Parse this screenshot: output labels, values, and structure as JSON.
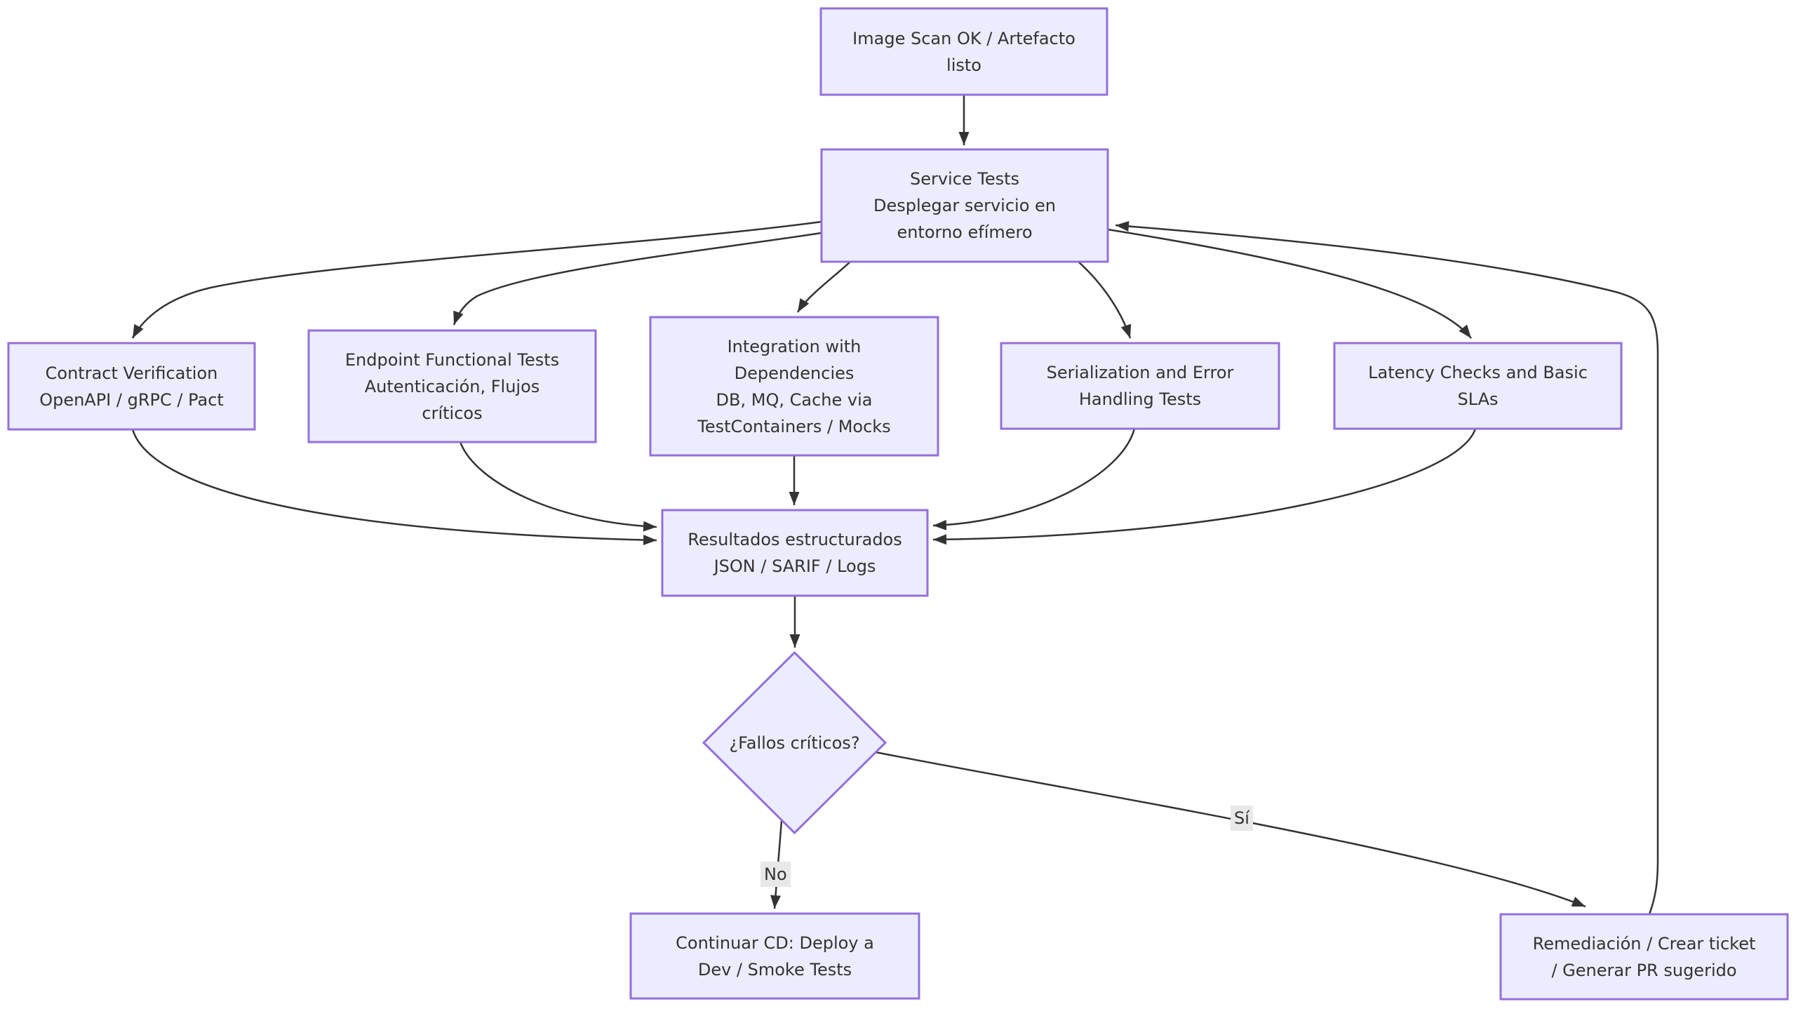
{
  "diagram": {
    "type": "flowchart",
    "direction": "top-down",
    "nodes": [
      {
        "id": "image_scan_ok",
        "shape": "rect",
        "lines": [
          "Image Scan OK / Artefacto",
          "listo"
        ]
      },
      {
        "id": "service_tests",
        "shape": "rect",
        "lines": [
          "Service Tests",
          "Desplegar servicio en",
          "entorno efímero"
        ]
      },
      {
        "id": "contract_verification",
        "shape": "rect",
        "lines": [
          "Contract Verification",
          "OpenAPI / gRPC / Pact"
        ]
      },
      {
        "id": "endpoint_functional",
        "shape": "rect",
        "lines": [
          "Endpoint Functional Tests",
          "Autenticación, Flujos",
          "críticos"
        ]
      },
      {
        "id": "integration_deps",
        "shape": "rect",
        "lines": [
          "Integration with",
          "Dependencies",
          "DB, MQ, Cache via",
          "TestContainers / Mocks"
        ]
      },
      {
        "id": "serialization_error",
        "shape": "rect",
        "lines": [
          "Serialization and Error",
          "Handling Tests"
        ]
      },
      {
        "id": "latency_checks",
        "shape": "rect",
        "lines": [
          "Latency Checks and Basic",
          "SLAs"
        ]
      },
      {
        "id": "resultados",
        "shape": "rect",
        "lines": [
          "Resultados estructurados",
          "JSON / SARIF / Logs"
        ]
      },
      {
        "id": "fallos_criticos",
        "shape": "diamond",
        "lines": [
          "¿Fallos críticos?"
        ]
      },
      {
        "id": "continuar_cd",
        "shape": "rect",
        "lines": [
          "Continuar CD: Deploy a",
          "Dev / Smoke Tests"
        ]
      },
      {
        "id": "remediacion",
        "shape": "rect",
        "lines": [
          "Remediación / Crear ticket",
          "/ Generar PR sugerido"
        ]
      }
    ],
    "edges": [
      {
        "from": "image_scan_ok",
        "to": "service_tests",
        "label": ""
      },
      {
        "from": "service_tests",
        "to": "contract_verification",
        "label": ""
      },
      {
        "from": "service_tests",
        "to": "endpoint_functional",
        "label": ""
      },
      {
        "from": "service_tests",
        "to": "integration_deps",
        "label": ""
      },
      {
        "from": "service_tests",
        "to": "serialization_error",
        "label": ""
      },
      {
        "from": "service_tests",
        "to": "latency_checks",
        "label": ""
      },
      {
        "from": "contract_verification",
        "to": "resultados",
        "label": ""
      },
      {
        "from": "endpoint_functional",
        "to": "resultados",
        "label": ""
      },
      {
        "from": "integration_deps",
        "to": "resultados",
        "label": ""
      },
      {
        "from": "serialization_error",
        "to": "resultados",
        "label": ""
      },
      {
        "from": "latency_checks",
        "to": "resultados",
        "label": ""
      },
      {
        "from": "resultados",
        "to": "fallos_criticos",
        "label": ""
      },
      {
        "from": "fallos_criticos",
        "to": "continuar_cd",
        "label": "No"
      },
      {
        "from": "fallos_criticos",
        "to": "remediacion",
        "label": "Sí"
      },
      {
        "from": "remediacion",
        "to": "service_tests",
        "label": ""
      }
    ],
    "edge_labels": {
      "no": "No",
      "si": "Sí"
    },
    "colors": {
      "background": "#ffffff",
      "node_fill": "#ECECFF",
      "node_border": "#9370DB",
      "edge_stroke": "#333333",
      "text": "#333333",
      "edge_label_bg": "#e8e8e8"
    }
  }
}
